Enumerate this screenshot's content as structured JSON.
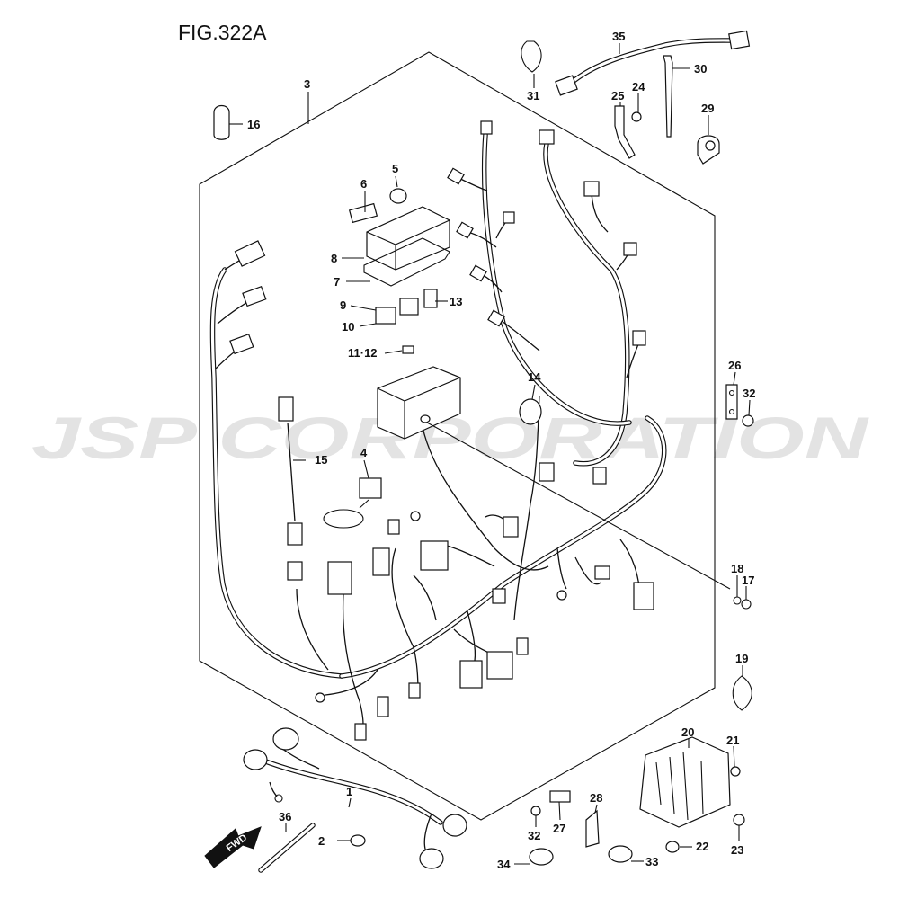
{
  "figure": {
    "title": "FIG.322A"
  },
  "watermark": {
    "text": "JSP CORPORATION",
    "color": "#e3e3e3"
  },
  "direction": {
    "label": "FWD"
  },
  "callouts": [
    {
      "id": "c1",
      "label": "1"
    },
    {
      "id": "c2",
      "label": "2"
    },
    {
      "id": "c3",
      "label": "3"
    },
    {
      "id": "c4",
      "label": "4"
    },
    {
      "id": "c5",
      "label": "5"
    },
    {
      "id": "c6",
      "label": "6"
    },
    {
      "id": "c7",
      "label": "7"
    },
    {
      "id": "c8",
      "label": "8"
    },
    {
      "id": "c9",
      "label": "9"
    },
    {
      "id": "c10",
      "label": "10"
    },
    {
      "id": "c11",
      "label": "11·12"
    },
    {
      "id": "c13",
      "label": "13"
    },
    {
      "id": "c14",
      "label": "14"
    },
    {
      "id": "c15",
      "label": "15"
    },
    {
      "id": "c16",
      "label": "16"
    },
    {
      "id": "c17",
      "label": "17"
    },
    {
      "id": "c18",
      "label": "18"
    },
    {
      "id": "c19",
      "label": "19"
    },
    {
      "id": "c20",
      "label": "20"
    },
    {
      "id": "c21",
      "label": "21"
    },
    {
      "id": "c22",
      "label": "22"
    },
    {
      "id": "c23",
      "label": "23"
    },
    {
      "id": "c24",
      "label": "24"
    },
    {
      "id": "c25",
      "label": "25"
    },
    {
      "id": "c26",
      "label": "26"
    },
    {
      "id": "c27",
      "label": "27"
    },
    {
      "id": "c28",
      "label": "28"
    },
    {
      "id": "c29",
      "label": "29"
    },
    {
      "id": "c30",
      "label": "30"
    },
    {
      "id": "c31",
      "label": "31"
    },
    {
      "id": "c32a",
      "label": "32"
    },
    {
      "id": "c32b",
      "label": "32"
    },
    {
      "id": "c33",
      "label": "33"
    },
    {
      "id": "c34",
      "label": "34"
    },
    {
      "id": "c35",
      "label": "35"
    },
    {
      "id": "c36",
      "label": "36"
    }
  ]
}
